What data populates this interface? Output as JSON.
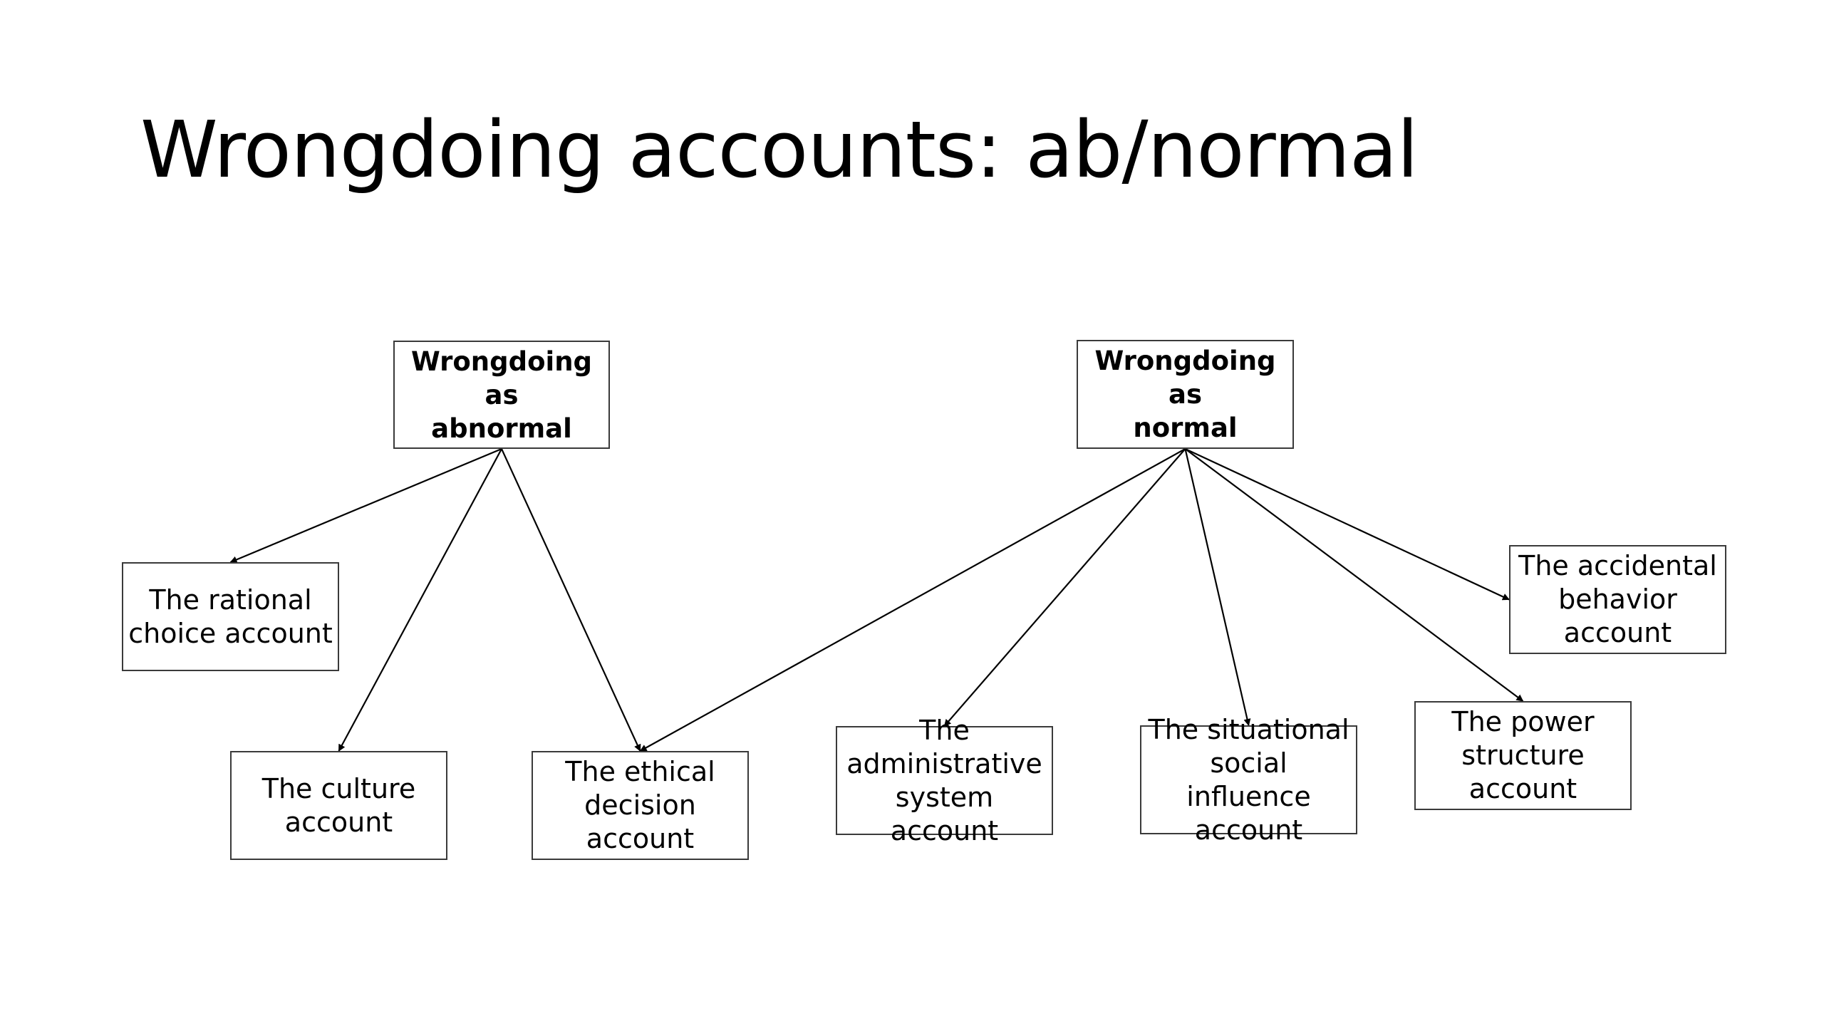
{
  "slide": {
    "title": "Wrongdoing accounts: ab/normal"
  },
  "diagram": {
    "roots": {
      "abnormal": "Wrongdoing as\nabnormal",
      "normal": "Wrongdoing as\nnormal"
    },
    "accounts": {
      "rational_choice": "The rational\nchoice account",
      "culture": "The culture\naccount",
      "ethical_decision": "The ethical\ndecision\naccount",
      "administrative_system": "The\nadministrative\nsystem account",
      "situational_social_influence": "The situational\nsocial influence\naccount",
      "power_structure": "The power\nstructure\naccount",
      "accidental_behavior": "The accidental\nbehavior\naccount"
    },
    "edges": [
      {
        "from": "abnormal",
        "to": "rational_choice"
      },
      {
        "from": "abnormal",
        "to": "culture"
      },
      {
        "from": "abnormal",
        "to": "ethical_decision"
      },
      {
        "from": "normal",
        "to": "ethical_decision"
      },
      {
        "from": "normal",
        "to": "administrative_system"
      },
      {
        "from": "normal",
        "to": "situational_social_influence"
      },
      {
        "from": "normal",
        "to": "power_structure"
      },
      {
        "from": "normal",
        "to": "accidental_behavior"
      }
    ],
    "colors": {
      "line": "#000000",
      "box_border": "#3a3a3a",
      "background": "#ffffff"
    }
  }
}
